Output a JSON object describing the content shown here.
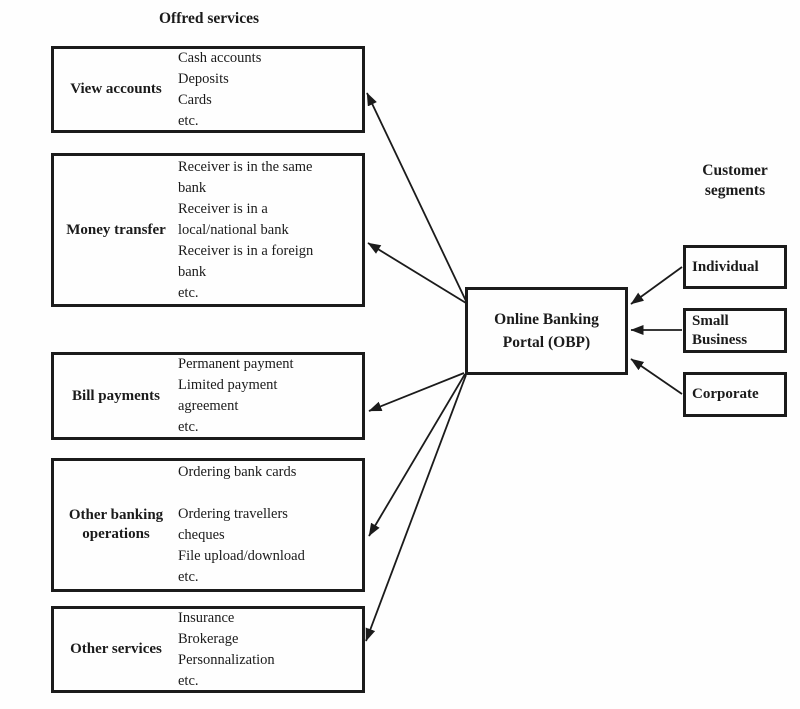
{
  "titles": {
    "services": "Offred services",
    "segments": "Customer segments"
  },
  "center": {
    "name": "Online Banking Portal (OBP)",
    "text_lines": [
      "Online Banking",
      "Portal (OBP)"
    ]
  },
  "services": [
    {
      "label": "View accounts",
      "lines": [
        "Cash accounts",
        "Deposits",
        "Cards",
        "etc."
      ]
    },
    {
      "label": "Money transfer",
      "lines": [
        "Receiver is in the same",
        "bank",
        "Receiver is in a",
        "local/national bank",
        "Receiver is in a foreign",
        "bank",
        "etc."
      ]
    },
    {
      "label": "Bill payments",
      "lines": [
        "Permanent payment",
        "Limited payment",
        "agreement",
        "etc."
      ]
    },
    {
      "label": "Other banking operations",
      "lines": [
        "Ordering bank cards",
        "",
        "Ordering travellers",
        "cheques",
        "File upload/download",
        "etc."
      ]
    },
    {
      "label": "Other services",
      "lines": [
        "Insurance",
        "Brokerage",
        "Personnalization",
        "etc."
      ]
    }
  ],
  "segments": [
    {
      "label": "Individual"
    },
    {
      "label": "Small Business"
    },
    {
      "label": "Corporate"
    }
  ],
  "connections": [
    {
      "from": "Online Banking Portal (OBP)",
      "to": "View accounts"
    },
    {
      "from": "Online Banking Portal (OBP)",
      "to": "Money transfer"
    },
    {
      "from": "Online Banking Portal (OBP)",
      "to": "Bill payments"
    },
    {
      "from": "Online Banking Portal (OBP)",
      "to": "Other banking operations"
    },
    {
      "from": "Online Banking Portal (OBP)",
      "to": "Other services"
    },
    {
      "from": "Individual",
      "to": "Online Banking Portal (OBP)"
    },
    {
      "from": "Small Business",
      "to": "Online Banking Portal (OBP)"
    },
    {
      "from": "Corporate",
      "to": "Online Banking Portal (OBP)"
    }
  ],
  "colors": {
    "line": "#1b1b1b",
    "background": "#fefefe",
    "text": "#1b1b1b"
  }
}
